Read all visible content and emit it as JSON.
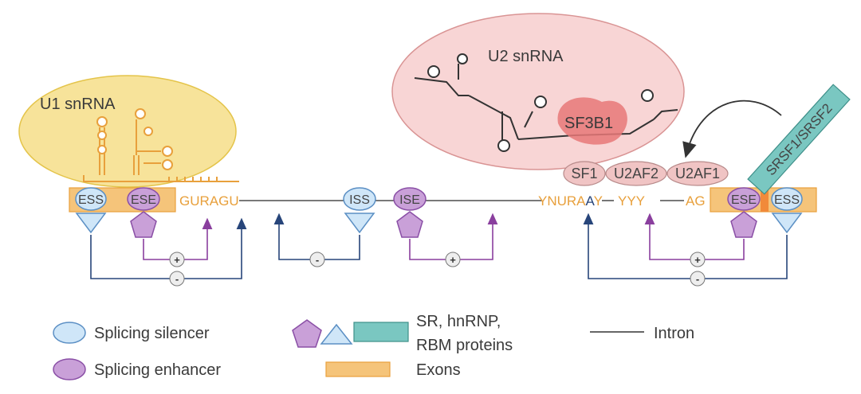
{
  "complexes": {
    "u1": "U1 snRNA",
    "u2": "U2 snRNA",
    "sf3b1": "SF3B1",
    "sf1": "SF1",
    "u2af2": "U2AF2",
    "u2af1": "U2AF1",
    "srsf": "SRSF1/SRSF2"
  },
  "elements": {
    "ess": "ESS",
    "ese": "ESE",
    "iss": "ISS",
    "ise": "ISE"
  },
  "sequences": {
    "donor": "GURAGU",
    "branch_a": "YNURA",
    "branch_b": "A",
    "branch_c": "Y",
    "pyrimidine": "YYY",
    "acceptor": "AG"
  },
  "effects": {
    "plus": "+",
    "minus": "-"
  },
  "legend": {
    "silencer": "Splicing silencer",
    "enhancer": "Splicing enhancer",
    "proteins_line1": "SR, hnRNP,",
    "proteins_line2": "RBM proteins",
    "exons": "Exons",
    "intron": "Intron"
  },
  "colors": {
    "exon": "#f5c47a",
    "exon_stroke": "#e8a03c",
    "silencer": "#cfe6f8",
    "silencer_stroke": "#5b8fc4",
    "enhancer": "#c9a0d8",
    "enhancer_stroke": "#8a4fa6",
    "u1_bubble": "#f7e39a",
    "u2_bubble": "#f8d5d5",
    "arrow_blue": "#27457a",
    "arrow_purple": "#8a3f9e",
    "teal": "#7ac7c1"
  }
}
